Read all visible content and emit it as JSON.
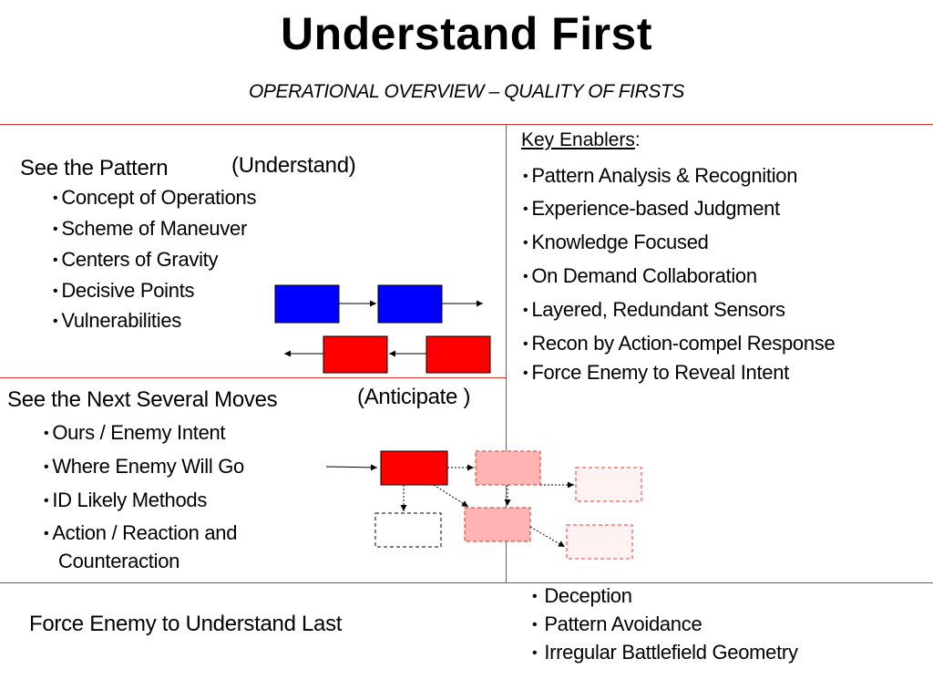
{
  "header": {
    "title": "Understand First",
    "subtitle": "OPERATIONAL OVERVIEW – QUALITY OF FIRSTS"
  },
  "pattern": {
    "heading": "See the Pattern",
    "tag": "(Understand)",
    "items": [
      "Concept of Operations",
      "Scheme of Maneuver",
      "Centers of Gravity",
      "Decisive Points",
      "Vulnerabilities"
    ]
  },
  "moves": {
    "heading": "See the Next Several Moves",
    "tag": "(Anticipate )",
    "items": [
      "Ours / Enemy Intent",
      "Where Enemy Will Go",
      "ID Likely Methods",
      "Action / Reaction and"
    ],
    "continuation": "Counteraction"
  },
  "enablers": {
    "title": "Key Enablers",
    "colon": ":",
    "items": [
      "Pattern Analysis & Recognition",
      "Experience-based Judgment",
      "Knowledge Focused",
      "On Demand Collaboration",
      "Layered, Redundant Sensors",
      "Recon by Action-compel Response",
      "Force Enemy to Reveal Intent"
    ]
  },
  "last": {
    "heading": "Force Enemy to Understand Last",
    "items": [
      "Deception",
      "Pattern Avoidance",
      "Irregular Battlefield Geometry"
    ]
  },
  "colors": {
    "rule": "#d9342b",
    "blue": "#0000ff",
    "red": "#ff0000",
    "pink": "#ffb3b3",
    "pale": "#fff2f2"
  }
}
